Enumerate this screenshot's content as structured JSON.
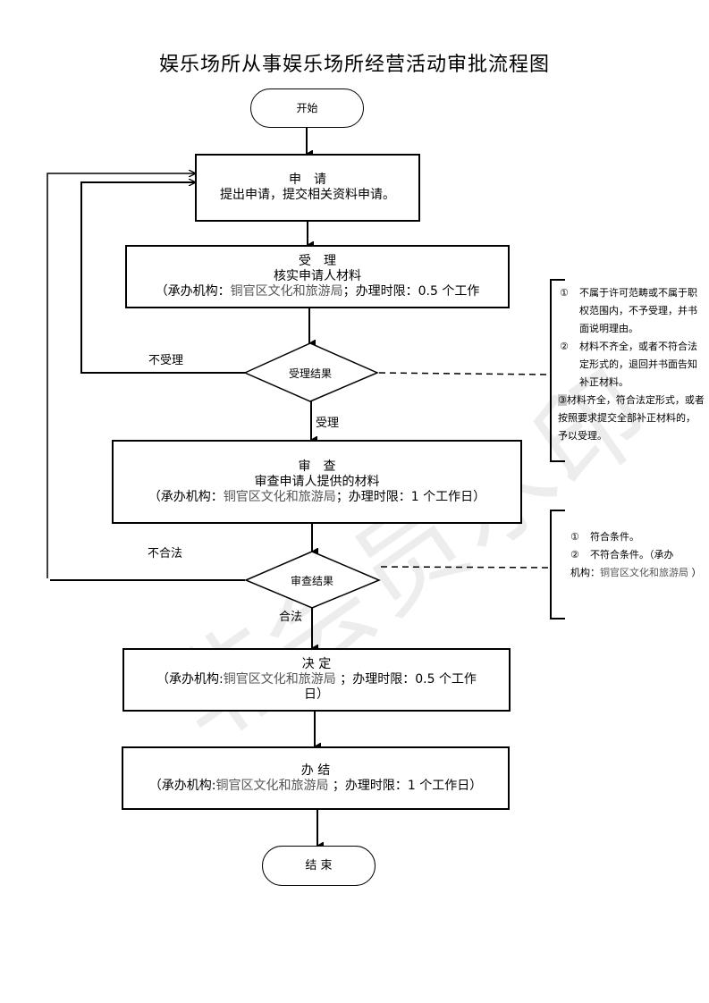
{
  "title": "娱乐场所从事娱乐场所经营活动审批流程图",
  "watermark": "非会员水印",
  "nodes": {
    "start": "开始",
    "apply": {
      "head": "申　请",
      "line1": "提出申请，提交相关资料申请。"
    },
    "accept": {
      "head": "受　理",
      "line1": "核实申请人材料",
      "pre": "（承办机构：",
      "org": "铜官区文化和旅游局",
      "post": "；办理时限：0.5 个工作"
    },
    "accept_result": "受理结果",
    "review": {
      "head": "审　查",
      "line1": "审查申请人提供的材料",
      "pre": "（承办机构：",
      "org": "铜官区文化和旅游局",
      "post": "；办理时限：1 个工作日）"
    },
    "review_result": "审查结果",
    "decide": {
      "head": "决 定",
      "pre": "（承办机构:",
      "org": "铜官区文化和旅游局",
      "post": " ；办理时限：0.5 个工作",
      "line3": "日）"
    },
    "finish": {
      "head": "办 结",
      "pre": "（承办机构:",
      "org": "铜官区文化和旅游局",
      "post": " ；办理时限：1 个工作日）"
    },
    "end": "结 束"
  },
  "edge_labels": {
    "not_accepted": "不受理",
    "accepted": "受理",
    "illegal": "不合法",
    "legal": "合法"
  },
  "notes": {
    "accept": {
      "items": [
        {
          "mark": "①",
          "text": "不属于许可范畴或不属于职权范围内，不予受理，并书面说明理由。"
        },
        {
          "mark": "②",
          "text": "材料不齐全，或者不符合法定形式的，退回并书面告知补正材料。"
        },
        {
          "mark": "③",
          "text": "材料齐全，符合法定形式，或者按照要求提交全部补正材料的，予以受理。"
        }
      ]
    },
    "review": {
      "items": [
        {
          "mark": "①",
          "text": "符合条件。"
        },
        {
          "mark": "②",
          "text": "不符合条件。（承办"
        }
      ],
      "tail_pre": "机构：",
      "tail_org": "铜官区文化和旅游局",
      "tail_post": " ）"
    }
  }
}
